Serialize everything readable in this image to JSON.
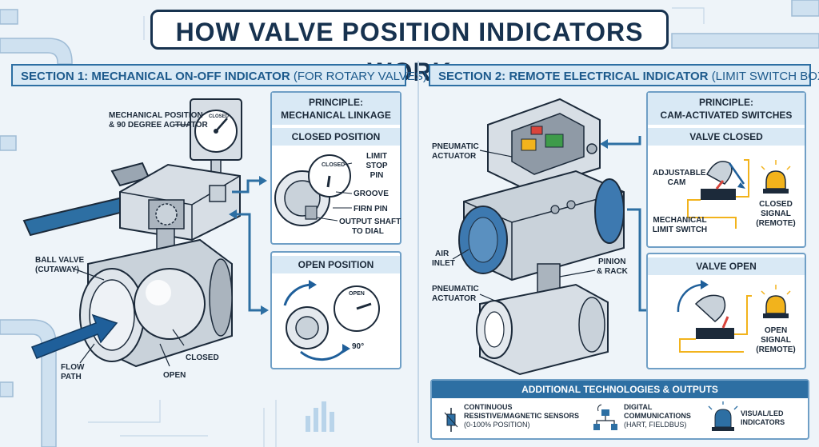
{
  "title": "HOW VALVE POSITION INDICATORS WORK",
  "section1": {
    "heading": "SECTION 1: MECHANICAL ON-OFF INDICATOR",
    "heading_suffix": "(FOR ROTARY VALVES)",
    "labels": {
      "mech_position": "MECHANICAL POSITION",
      "mech_actuator": "& 90 DEGREE ACTUATOR",
      "ball_valve": "BALL VALVE",
      "cutaway": "(CUTAWAY)",
      "flow": "FLOW",
      "path": "PATH",
      "closed": "CLOSED",
      "open": "OPEN",
      "gauge_closed": "CLOSED"
    },
    "principle": {
      "line1": "PRINCIPLE:",
      "line2": "MECHANICAL LINKAGE"
    },
    "closed_position": {
      "title": "CLOSED POSITION",
      "dial_text": "CLOSED",
      "limit_stop_pin": [
        "LIMIT",
        "STOP",
        "PIN"
      ],
      "groove": "GROOVE",
      "firn_pin": "FIRN PIN",
      "output_shaft": [
        "OUTPUT SHAFT",
        "TO DIAL"
      ]
    },
    "open_position": {
      "title": "OPEN POSITION",
      "dial_text": "OPEN",
      "angle": "90°"
    }
  },
  "section2": {
    "heading": "SECTION 2: REMOTE ELECTRICAL INDICATOR",
    "heading_suffix": "(LIMIT SWITCH BOX)",
    "labels": {
      "pneumatic_actuator_top": [
        "PNEUMATIC",
        "ACTUATOR"
      ],
      "air_inlet": [
        "AIR",
        "INLET"
      ],
      "pinion_rack": [
        "PINION",
        "& RACK"
      ],
      "pneumatic_actuator_bottom": [
        "PNEUMATIC",
        "ACTUATOR"
      ]
    },
    "principle": {
      "line1": "PRINCIPLE:",
      "line2": "CAM-ACTIVATED SWITCHES"
    },
    "valve_closed": {
      "title": "VALVE CLOSED",
      "adjustable_cam": [
        "ADJUSTABLE",
        "CAM"
      ],
      "mech_switch": [
        "MECHANICAL",
        "LIMIT SWITCH"
      ],
      "signal": [
        "CLOSED",
        "SIGNAL",
        "(REMOTE)"
      ]
    },
    "valve_open": {
      "title": "VALVE OPEN",
      "signal": [
        "OPEN",
        "SIGNAL",
        "(REMOTE)"
      ]
    },
    "additional": {
      "title": "ADDITIONAL TECHNOLOGIES & OUTPUTS",
      "tech1": [
        "CONTINUOUS",
        "RESISTIVE/MAGNETIC SENSORS",
        "(0-100% POSITION)"
      ],
      "tech2": [
        "DIGITAL",
        "COMMUNICATIONS",
        "(HART, FIELDBUS)"
      ],
      "tech3": [
        "VISUAL/LED",
        "INDICATORS"
      ]
    }
  },
  "colors": {
    "navy": "#17324f",
    "accent_blue": "#2d6fa3",
    "light_blue": "#d9e9f5",
    "pipe": "#b9d4ea",
    "metal": "#c9d2da",
    "signal_yellow": "#f2b31c",
    "flow_arrow": "#1f5f9a"
  }
}
